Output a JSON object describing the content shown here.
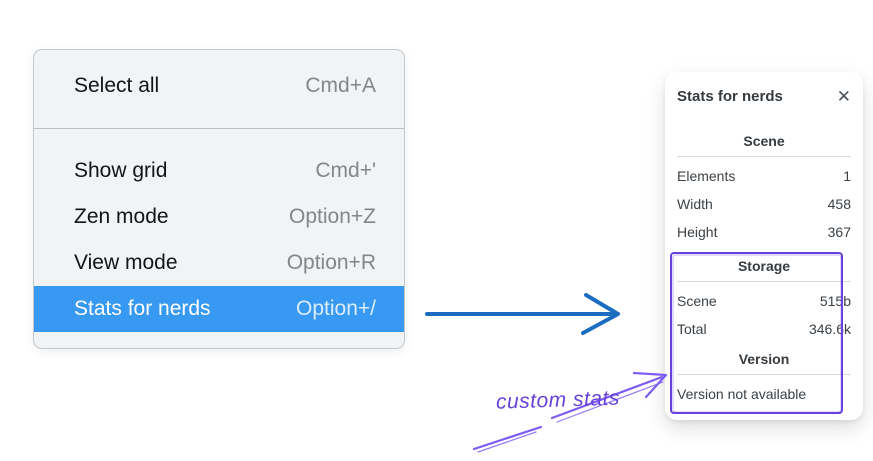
{
  "menu": {
    "items": [
      {
        "label": "Select all",
        "shortcut": "Cmd+A",
        "selected": false
      },
      {
        "label": "Show grid",
        "shortcut": "Cmd+'",
        "selected": false
      },
      {
        "label": "Zen mode",
        "shortcut": "Option+Z",
        "selected": false
      },
      {
        "label": "View mode",
        "shortcut": "Option+R",
        "selected": false
      },
      {
        "label": "Stats for nerds",
        "shortcut": "Option+/",
        "selected": true
      }
    ]
  },
  "panel": {
    "title": "Stats for nerds",
    "close_glyph": "✕",
    "scene": {
      "title": "Scene",
      "rows": [
        {
          "label": "Elements",
          "value": "1"
        },
        {
          "label": "Width",
          "value": "458"
        },
        {
          "label": "Height",
          "value": "367"
        }
      ]
    },
    "storage": {
      "title": "Storage",
      "rows": [
        {
          "label": "Scene",
          "value": "515b"
        },
        {
          "label": "Total",
          "value": "346.6k"
        }
      ]
    },
    "version": {
      "title": "Version",
      "note": "Version not available"
    }
  },
  "annotation": {
    "label": "custom stats"
  },
  "colors": {
    "menu_highlight": "#3799f1",
    "menu_background": "#f1f3f5",
    "blue_arrow": "#1b6dc2",
    "purple": "#6741d9",
    "purple_light": "#7e5bf2"
  }
}
